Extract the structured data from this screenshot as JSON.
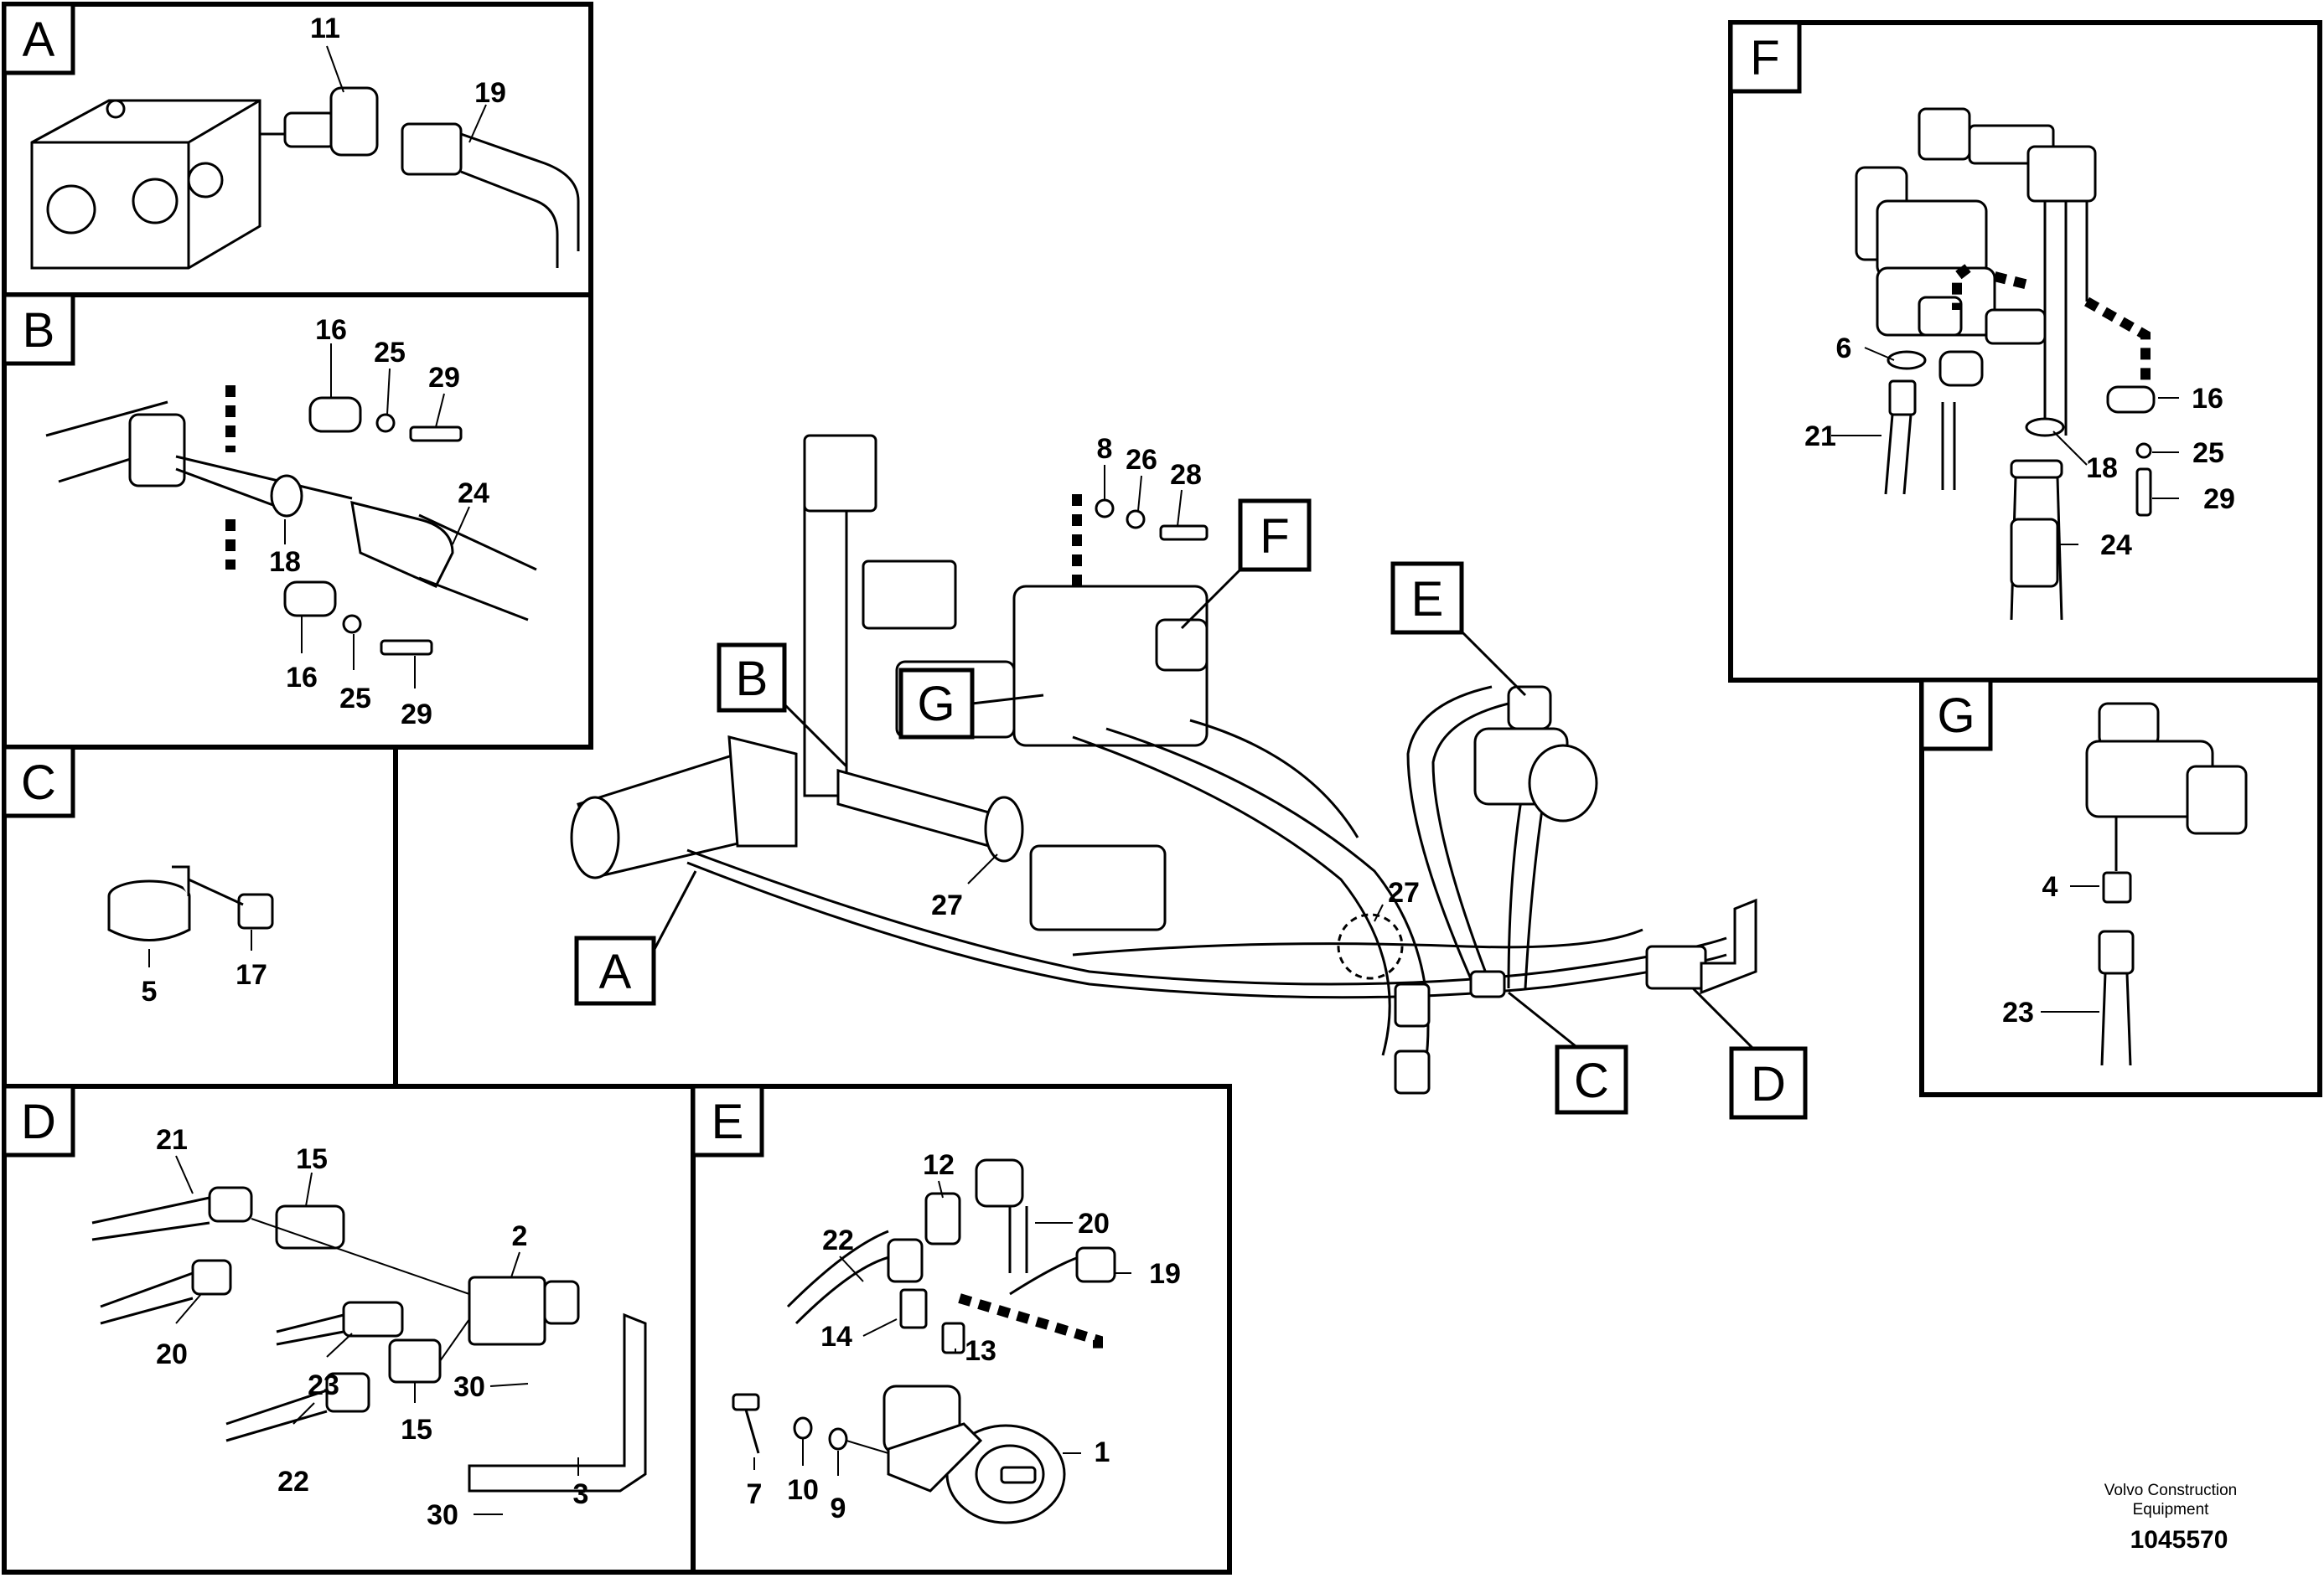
{
  "panels": {
    "A": {
      "tag": "A",
      "labels": {
        "p11": "11",
        "p19": "19"
      }
    },
    "B": {
      "tag": "B",
      "labels": {
        "p16a": "16",
        "p25a": "25",
        "p29a": "29",
        "p24": "24",
        "p18": "18",
        "p16b": "16",
        "p25b": "25",
        "p29b": "29"
      }
    },
    "C": {
      "tag": "C",
      "labels": {
        "p5": "5",
        "p17": "17"
      }
    },
    "D": {
      "tag": "D",
      "labels": {
        "p21": "21",
        "p15a": "15",
        "p2": "2",
        "p20": "20",
        "p23": "23",
        "p30a": "30",
        "p15b": "15",
        "p22": "22",
        "p30b": "30",
        "p3": "3"
      }
    },
    "E": {
      "tag": "E",
      "labels": {
        "p12": "12",
        "p22": "22",
        "p20": "20",
        "p19": "19",
        "p14": "14",
        "p13": "13",
        "p7": "7",
        "p10": "10",
        "p9": "9",
        "p1": "1"
      }
    },
    "F": {
      "tag": "F",
      "labels": {
        "p6": "6",
        "p21": "21",
        "p16": "16",
        "p18": "18",
        "p25": "25",
        "p29": "29",
        "p24": "24"
      }
    },
    "G": {
      "tag": "G",
      "labels": {
        "p4": "4",
        "p23": "23"
      }
    }
  },
  "main": {
    "callouts": {
      "A": "A",
      "B": "B",
      "C": "C",
      "D": "D",
      "E": "E",
      "F": "F",
      "G": "G"
    },
    "labels": {
      "p8": "8",
      "p26": "26",
      "p28": "28",
      "p27a": "27",
      "p27b": "27"
    }
  },
  "footer": {
    "company_line1": "Volvo Construction",
    "company_line2": "Equipment",
    "drawing_number": "1045570"
  }
}
